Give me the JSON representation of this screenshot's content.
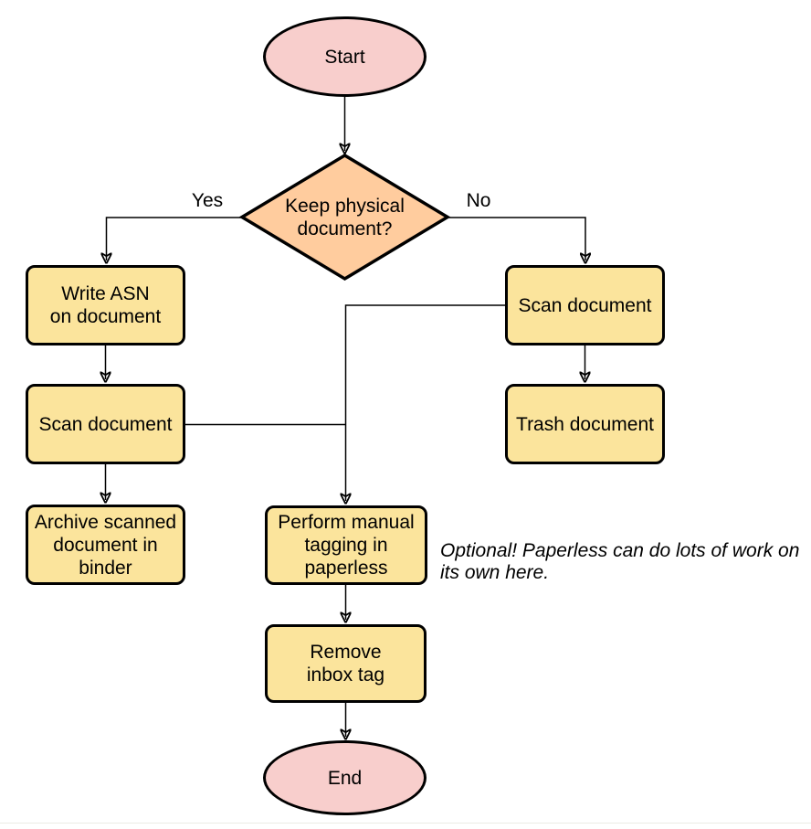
{
  "diagram": {
    "nodes": {
      "start": {
        "label": "Start",
        "shape": "terminator"
      },
      "decision": {
        "label": "Keep physical\ndocument?",
        "shape": "decision"
      },
      "write_asn": {
        "label": "Write ASN\non document",
        "shape": "process"
      },
      "scan_left": {
        "label": "Scan document",
        "shape": "process"
      },
      "archive": {
        "label": "Archive scanned\ndocument in\nbinder",
        "shape": "process"
      },
      "scan_right": {
        "label": "Scan document",
        "shape": "process"
      },
      "trash": {
        "label": "Trash document",
        "shape": "process"
      },
      "tagging": {
        "label": "Perform manual\ntagging in\npaperless",
        "shape": "process"
      },
      "remove_inbox": {
        "label": "Remove\ninbox tag",
        "shape": "process"
      },
      "end": {
        "label": "End",
        "shape": "terminator"
      }
    },
    "edge_labels": {
      "yes": "Yes",
      "no": "No"
    },
    "note": {
      "text": "Optional! Paperless can do lots of work on\nits own here."
    },
    "colors": {
      "terminator_fill": "#f8cecc",
      "decision_fill": "#ffcc9e",
      "process_fill": "#fbe49c",
      "stroke": "#000000"
    }
  }
}
